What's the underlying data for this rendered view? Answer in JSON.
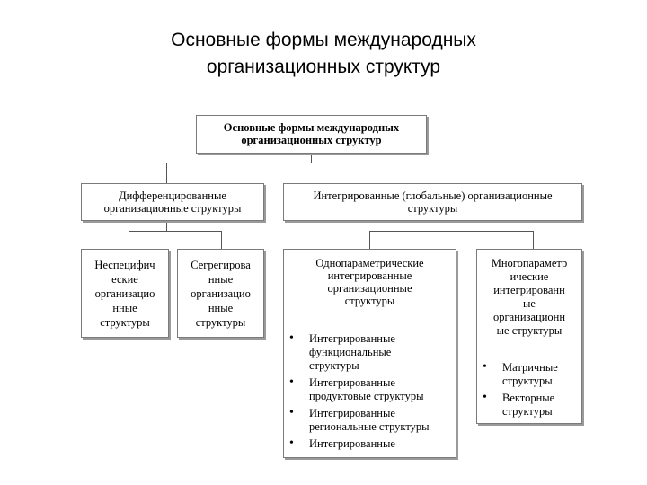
{
  "slide": {
    "title_lines": [
      "Основные  формы международных",
      "организационных структур"
    ]
  },
  "diagram": {
    "root": {
      "lines": [
        "Основные формы международных",
        "организационных структур"
      ]
    },
    "level2": [
      {
        "lines": [
          "Дифференцированные",
          "организационные структуры"
        ]
      },
      {
        "lines": [
          "Интегрированные (глобальные) организационные",
          "структуры"
        ]
      }
    ],
    "level3": [
      {
        "lines": [
          "Неспецифич",
          "еские",
          "организацио",
          "нные",
          "структуры"
        ]
      },
      {
        "lines": [
          "Сегрегирова",
          "нные",
          "организацио",
          "нные",
          "структуры"
        ]
      },
      {
        "lines": [
          "Однопараметрические",
          "интегрированные",
          "организационные",
          "структуры"
        ],
        "items": [
          {
            "lines": [
              "Интегрированные",
              "функциональные",
              "структуры"
            ]
          },
          {
            "lines": [
              "Интегрированные",
              "продуктовые структуры"
            ]
          },
          {
            "lines": [
              "Интегрированные",
              "региональные структуры"
            ]
          },
          {
            "lines": [
              "Интегрированные"
            ]
          }
        ]
      },
      {
        "lines": [
          "Многопараметр",
          "ические",
          "интегрированн",
          "ые",
          "организационн",
          "ые структуры"
        ],
        "items": [
          {
            "lines": [
              "Матричные",
              "структуры"
            ]
          },
          {
            "lines": [
              "Векторные",
              "структуры"
            ]
          }
        ]
      }
    ]
  }
}
